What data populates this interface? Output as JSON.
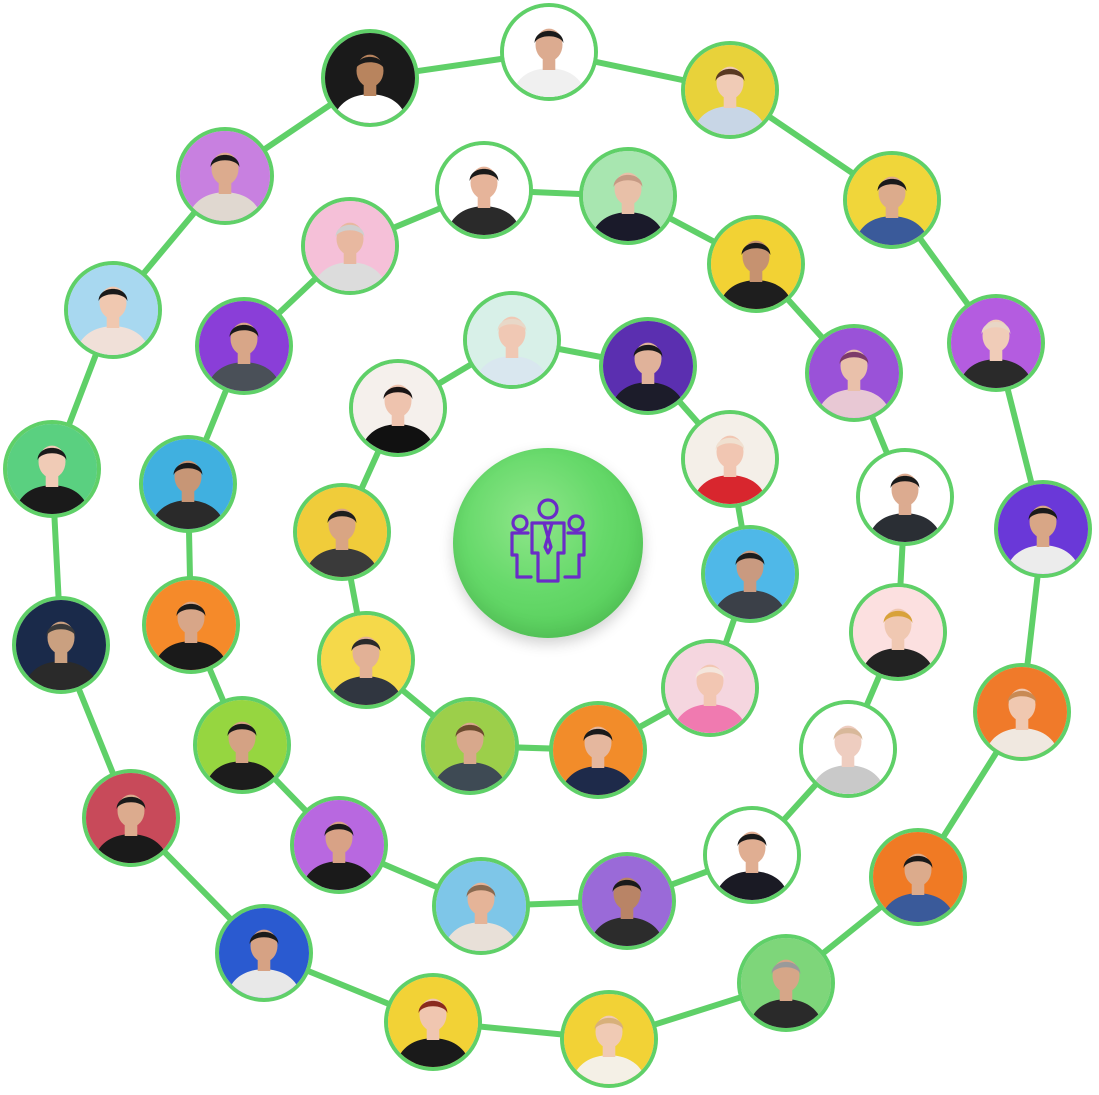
{
  "colors": {
    "ring": "#5fd068",
    "hub": "#66d96a",
    "icon": "#6a2cc7"
  },
  "center": {
    "icon": "team-group-icon"
  },
  "rings": [
    {
      "name": "inner",
      "members": [
        {
          "bg": "#d8f0e8",
          "shirt": "#d9e7ef",
          "skin": "#f0c8b4",
          "hair": "#e8d8c8"
        },
        {
          "bg": "#5b2fb0",
          "shirt": "#1c1c2a",
          "skin": "#e0b29a",
          "hair": "#1a1a1a"
        },
        {
          "bg": "#f4efe8",
          "shirt": "#d8262e",
          "skin": "#f1c6b2",
          "hair": "#f0e0d0"
        },
        {
          "bg": "#4fb8e8",
          "shirt": "#3b4048",
          "skin": "#c99a80",
          "hair": "#1c1c1c"
        },
        {
          "bg": "#f5d6df",
          "shirt": "#f07ab0",
          "skin": "#f2c6b2",
          "hair": "#f4e6dc"
        },
        {
          "bg": "#f28c2a",
          "shirt": "#1e2a4a",
          "skin": "#e5b79e",
          "hair": "#1a1a1a"
        },
        {
          "bg": "#9ccf4a",
          "shirt": "#3e4a54",
          "skin": "#d8a88c",
          "hair": "#6b4a2e"
        },
        {
          "bg": "#f5d94a",
          "shirt": "#303640",
          "skin": "#e2b196",
          "hair": "#2a2a2a"
        },
        {
          "bg": "#f0cc3a",
          "shirt": "#3a3a3a",
          "skin": "#d9a583",
          "hair": "#1e1e1e"
        },
        {
          "bg": "#f5f0ec",
          "shirt": "#111111",
          "skin": "#eec3ae",
          "hair": "#1a1414"
        }
      ]
    },
    {
      "name": "middle",
      "members": [
        {
          "bg": "#ffffff",
          "shirt": "#2a2a2a",
          "skin": "#e6b49a",
          "hair": "#1a1a1a"
        },
        {
          "bg": "#a8e6b0",
          "shirt": "#1a1a2a",
          "skin": "#e8c0a8",
          "hair": "#c69a84"
        },
        {
          "bg": "#f2d234",
          "shirt": "#1e1e1e",
          "skin": "#c69270",
          "hair": "#1a1a1a"
        },
        {
          "bg": "#9a52d8",
          "shirt": "#e8c8d4",
          "skin": "#e9c0aa",
          "hair": "#7c3a6a"
        },
        {
          "bg": "#ffffff",
          "shirt": "#2a2e34",
          "skin": "#dcab90",
          "hair": "#1a1a1a"
        },
        {
          "bg": "#fce0e0",
          "shirt": "#222222",
          "skin": "#f0c8b2",
          "hair": "#d8a23a"
        },
        {
          "bg": "#ffffff",
          "shirt": "#c9c9c9",
          "skin": "#eecdc0",
          "hair": "#d8b89a"
        },
        {
          "bg": "#ffffff",
          "shirt": "#1a1a24",
          "skin": "#e0ae92",
          "hair": "#1a1a1a"
        },
        {
          "bg": "#9a6ad8",
          "shirt": "#2c2c2c",
          "skin": "#b98466",
          "hair": "#1a1a1a"
        },
        {
          "bg": "#7ec6e8",
          "shirt": "#e8e0d8",
          "skin": "#e5b498",
          "hair": "#8a6a50"
        },
        {
          "bg": "#b868e0",
          "shirt": "#1a1a1a",
          "skin": "#d8a286",
          "hair": "#1a1a1a"
        },
        {
          "bg": "#96d640",
          "shirt": "#1c1c1c",
          "skin": "#d4a284",
          "hair": "#1a1a1a"
        },
        {
          "bg": "#f58a2a",
          "shirt": "#1a1a1a",
          "skin": "#d8a688",
          "hair": "#1a1a1a"
        },
        {
          "bg": "#40b0e0",
          "shirt": "#2a2a2a",
          "skin": "#c79676",
          "hair": "#1a1a1a"
        },
        {
          "bg": "#8a3ed8",
          "shirt": "#4a5058",
          "skin": "#d8a688",
          "hair": "#1a1a1a"
        },
        {
          "bg": "#f5c0d8",
          "shirt": "#dcdcdc",
          "skin": "#e8b8a0",
          "hair": "#cfcfcf"
        }
      ]
    },
    {
      "name": "outer",
      "members": [
        {
          "bg": "#ffffff",
          "shirt": "#f0f0f0",
          "skin": "#dcab90",
          "hair": "#1a1a1a"
        },
        {
          "bg": "#e8d23a",
          "shirt": "#c8d6e6",
          "skin": "#f0cbb6",
          "hair": "#5a3a22"
        },
        {
          "bg": "#f0d63a",
          "shirt": "#3a5a9a",
          "skin": "#dcab8c",
          "hair": "#1a1a1a"
        },
        {
          "bg": "#b45ce0",
          "shirt": "#2a2a2a",
          "skin": "#f0ccb8",
          "hair": "#e8d6c6"
        },
        {
          "bg": "#6a38d8",
          "shirt": "#ececec",
          "skin": "#d8a686",
          "hair": "#1a1a1a"
        },
        {
          "bg": "#f07a2a",
          "shirt": "#f0e8e0",
          "skin": "#f0c8b0",
          "hair": "#c88a54"
        },
        {
          "bg": "#f07a24",
          "shirt": "#3a5a9a",
          "skin": "#dcab8c",
          "hair": "#1a1a1a"
        },
        {
          "bg": "#7ed67a",
          "shirt": "#2a2a2a",
          "skin": "#d6a688",
          "hair": "#9a9a9a"
        },
        {
          "bg": "#f2d236",
          "shirt": "#f4f0e6",
          "skin": "#f0cab4",
          "hair": "#d8b07a"
        },
        {
          "bg": "#f2d236",
          "shirt": "#1a1a1a",
          "skin": "#f0c6b0",
          "hair": "#8a2a1e"
        },
        {
          "bg": "#2a5ad0",
          "shirt": "#e8e8e8",
          "skin": "#d6a284",
          "hair": "#1a1a1a"
        },
        {
          "bg": "#c84a5a",
          "shirt": "#1a1a1a",
          "skin": "#dcab8e",
          "hair": "#1a1a1a"
        },
        {
          "bg": "#1a2a4a",
          "shirt": "#2a2a2a",
          "skin": "#caa080",
          "hair": "#3a3a3a"
        },
        {
          "bg": "#5ad080",
          "shirt": "#1a1a1a",
          "skin": "#f0cbb6",
          "hair": "#1a1a1a"
        },
        {
          "bg": "#a8d8f0",
          "shirt": "#f0e0d8",
          "skin": "#f0c8b0",
          "hair": "#1a1a1a"
        },
        {
          "bg": "#c880e0",
          "shirt": "#e0d8d0",
          "skin": "#dcab8e",
          "hair": "#1a1a1a"
        },
        {
          "bg": "#1a1a1a",
          "shirt": "#ffffff",
          "skin": "#b8845e",
          "hair": "#1a1a1a"
        }
      ]
    }
  ]
}
